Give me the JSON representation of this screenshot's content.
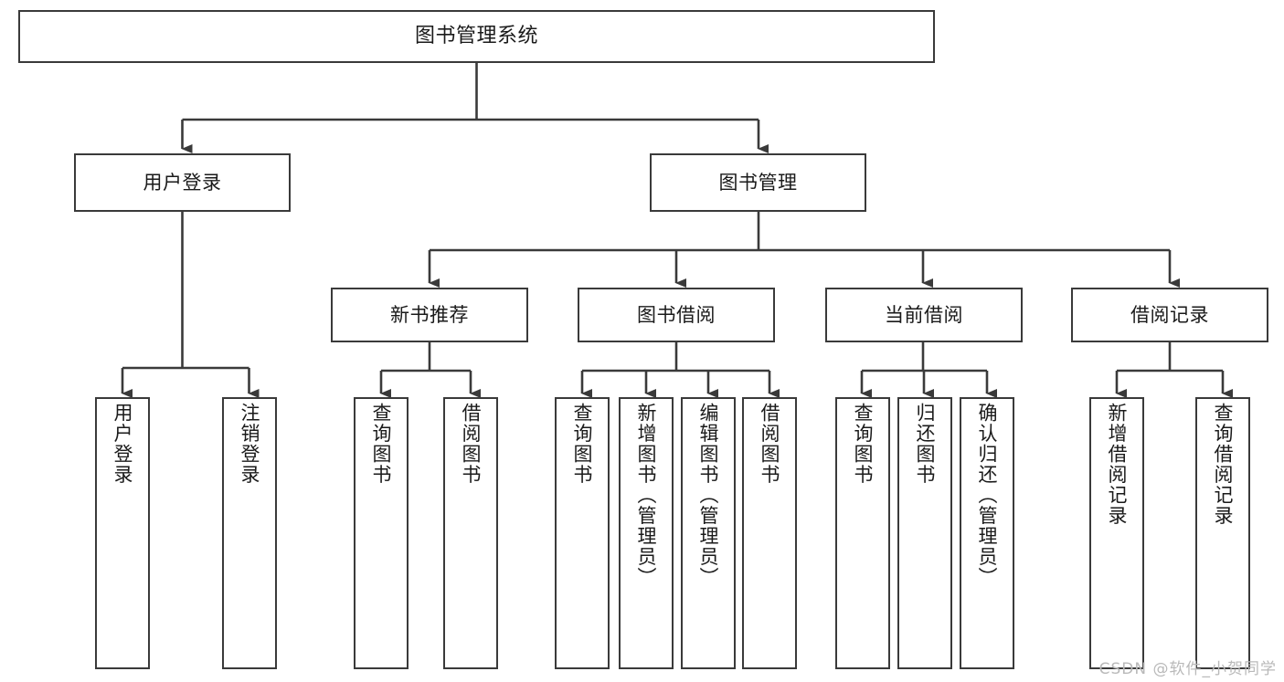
{
  "diagram": {
    "title": "图书管理系统",
    "watermark": "CSDN @软件_小贺同学",
    "stroke_color": "#3a3a3a",
    "text_color": "#1a1a1a",
    "background_color": "#ffffff",
    "nodes": {
      "root": {
        "label": "图书管理系统"
      },
      "level2": [
        {
          "id": "user-login",
          "label": "用户登录"
        },
        {
          "id": "book-manage",
          "label": "图书管理"
        }
      ],
      "level3": [
        {
          "id": "new-book-recommend",
          "label": "新书推荐"
        },
        {
          "id": "book-borrow",
          "label": "图书借阅"
        },
        {
          "id": "current-borrow",
          "label": "当前借阅"
        },
        {
          "id": "borrow-record",
          "label": "借阅记录"
        }
      ],
      "leaves": {
        "user-login": [
          {
            "id": "leaf-user-login",
            "label": "用户登录"
          },
          {
            "id": "leaf-logout-login",
            "label": "注销登录"
          }
        ],
        "new-book-recommend": [
          {
            "id": "leaf-query-book-1",
            "label": "查询图书"
          },
          {
            "id": "leaf-borrow-book-1",
            "label": "借阅图书"
          }
        ],
        "book-borrow": [
          {
            "id": "leaf-query-book-2",
            "label": "查询图书"
          },
          {
            "id": "leaf-add-book",
            "label": "新增图书（管理员）"
          },
          {
            "id": "leaf-edit-book",
            "label": "编辑图书（管理员）"
          },
          {
            "id": "leaf-borrow-book-2",
            "label": "借阅图书"
          }
        ],
        "current-borrow": [
          {
            "id": "leaf-query-book-3",
            "label": "查询图书"
          },
          {
            "id": "leaf-return-book",
            "label": "归还图书"
          },
          {
            "id": "leaf-confirm-return",
            "label": "确认归还（管理员）"
          }
        ],
        "borrow-record": [
          {
            "id": "leaf-add-borrow-record",
            "label": "新增借阅记录"
          },
          {
            "id": "leaf-query-borrow-record",
            "label": "查询借阅记录"
          }
        ]
      }
    }
  }
}
